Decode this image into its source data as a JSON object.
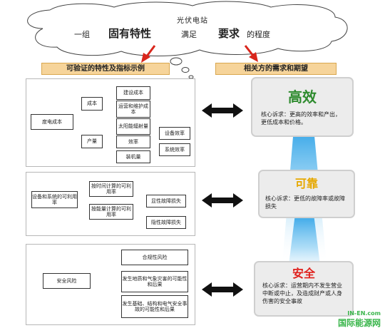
{
  "cloud": {
    "subject": "光伏电站",
    "prefix": "一组",
    "key1": "固有特性",
    "mid": "满足",
    "key2": "要求",
    "suffix": "的程度"
  },
  "headers": {
    "left": "可验证的特性及指标示例",
    "right": "相关方的需求和期望"
  },
  "panel1": {
    "root": "度电成本",
    "cost": "成本",
    "construction": "建设成本",
    "operation": "运营和维护成本",
    "output": "产量",
    "solar": "太阳能辐射量",
    "efficiency": "效率",
    "capacity": "装机量",
    "equipment_eff": "设备效率",
    "system_eff": "系统效率"
  },
  "panel2": {
    "root": "设备和系统的可利用率",
    "time": "按时间计算的可利用率",
    "energy": "按能量计算的可利用率",
    "visible": "显性故障损失",
    "hidden": "隐性故障损失"
  },
  "panel3": {
    "root": "安全风险",
    "compliance": "合规性风险",
    "disaster": "发生地质和气象灾害的可能性和后果",
    "accident": "发生基础、结构和电气安全事故的可能性和后果"
  },
  "right": {
    "r1_title": "高效",
    "r1_text": "核心诉求：更高的效率和产出，更低成本和价格。",
    "r2_title": "可靠",
    "r2_text": "核心诉求：更低的故障率或故障损失",
    "r3_title": "安全",
    "r3_text": "核心诉求：运营期内不发生营业中断或中止，及造成财产或人身伤害的安全事故"
  },
  "colors": {
    "header_bg": "#f6d49a",
    "arrow_red": "#d9261c",
    "title_green": "#2e8b2e",
    "title_yellow": "#e6a800",
    "title_red": "#e0201c",
    "beam_blue": "#2aa0e6",
    "watermark_green": "#39b54a"
  },
  "watermark": {
    "url": "IN-EN.com",
    "name": "国际能源网"
  }
}
